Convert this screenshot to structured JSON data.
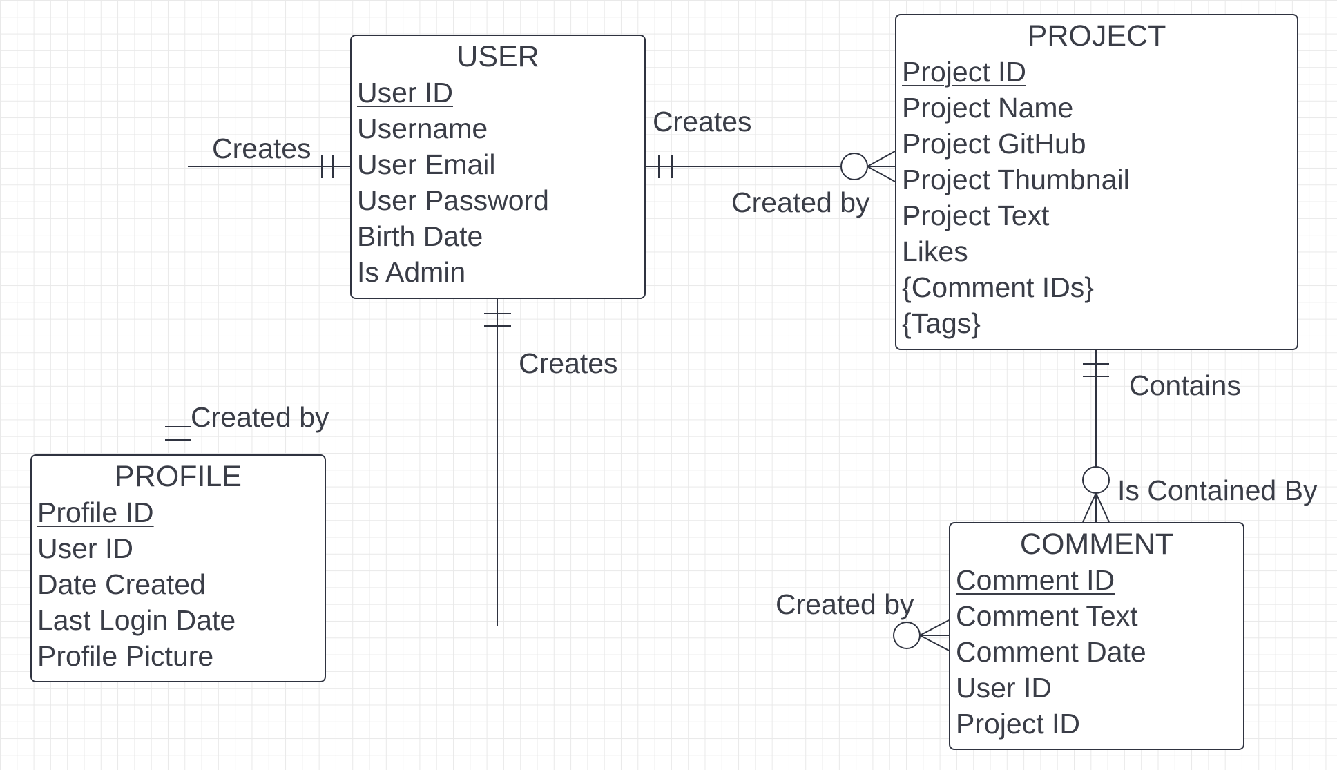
{
  "entities": {
    "user": {
      "title": "USER",
      "attributes": [
        {
          "label": "User ID",
          "key": true
        },
        {
          "label": "Username"
        },
        {
          "label": "User Email"
        },
        {
          "label": "User Password"
        },
        {
          "label": "Birth Date"
        },
        {
          "label": "Is Admin"
        }
      ]
    },
    "project": {
      "title": "PROJECT",
      "attributes": [
        {
          "label": "Project ID",
          "key": true
        },
        {
          "label": "Project Name"
        },
        {
          "label": "Project GitHub"
        },
        {
          "label": "Project Thumbnail"
        },
        {
          "label": "Project Text"
        },
        {
          "label": "Likes"
        },
        {
          "label": "{Comment IDs}"
        },
        {
          "label": "{Tags}"
        }
      ]
    },
    "profile": {
      "title": "PROFILE",
      "attributes": [
        {
          "label": "Profile ID",
          "key": true
        },
        {
          "label": "User ID"
        },
        {
          "label": "Date Created"
        },
        {
          "label": "Last Login Date"
        },
        {
          "label": "Profile Picture"
        }
      ]
    },
    "comment": {
      "title": "COMMENT",
      "attributes": [
        {
          "label": "Comment ID",
          "key": true
        },
        {
          "label": "Comment Text"
        },
        {
          "label": "Comment Date"
        },
        {
          "label": "User ID"
        },
        {
          "label": "Project ID"
        }
      ]
    }
  },
  "relationships": {
    "user_profile": {
      "from": "USER",
      "to": "PROFILE",
      "from_label": "Creates",
      "to_label": "Created by",
      "from_cardinality": "one-and-only-one",
      "to_cardinality": "one-and-only-one"
    },
    "user_project": {
      "from": "USER",
      "to": "PROJECT",
      "from_label": "Creates",
      "to_label": "Created by",
      "from_cardinality": "one-and-only-one",
      "to_cardinality": "zero-or-many"
    },
    "user_comment": {
      "from": "USER",
      "to": "COMMENT",
      "from_label": "Creates",
      "to_label": "Created by",
      "from_cardinality": "one-and-only-one",
      "to_cardinality": "zero-or-many"
    },
    "project_comment": {
      "from": "PROJECT",
      "to": "COMMENT",
      "from_label": "Contains",
      "to_label": "Is Contained By",
      "from_cardinality": "one-and-only-one",
      "to_cardinality": "zero-or-many"
    }
  },
  "colors": {
    "line": "#2f3340",
    "text": "#3a3d47",
    "grid": "#e9e9e9",
    "background": "#ffffff"
  }
}
